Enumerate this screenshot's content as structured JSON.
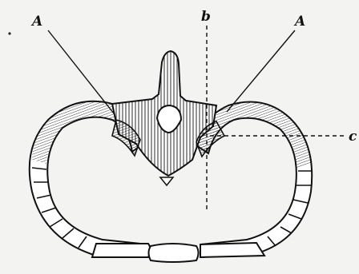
{
  "figure": {
    "labels": {
      "left_rib_joint": "A",
      "right_rib_joint": "A",
      "vertical_axis": "b",
      "horizontal_axis": "c"
    }
  }
}
